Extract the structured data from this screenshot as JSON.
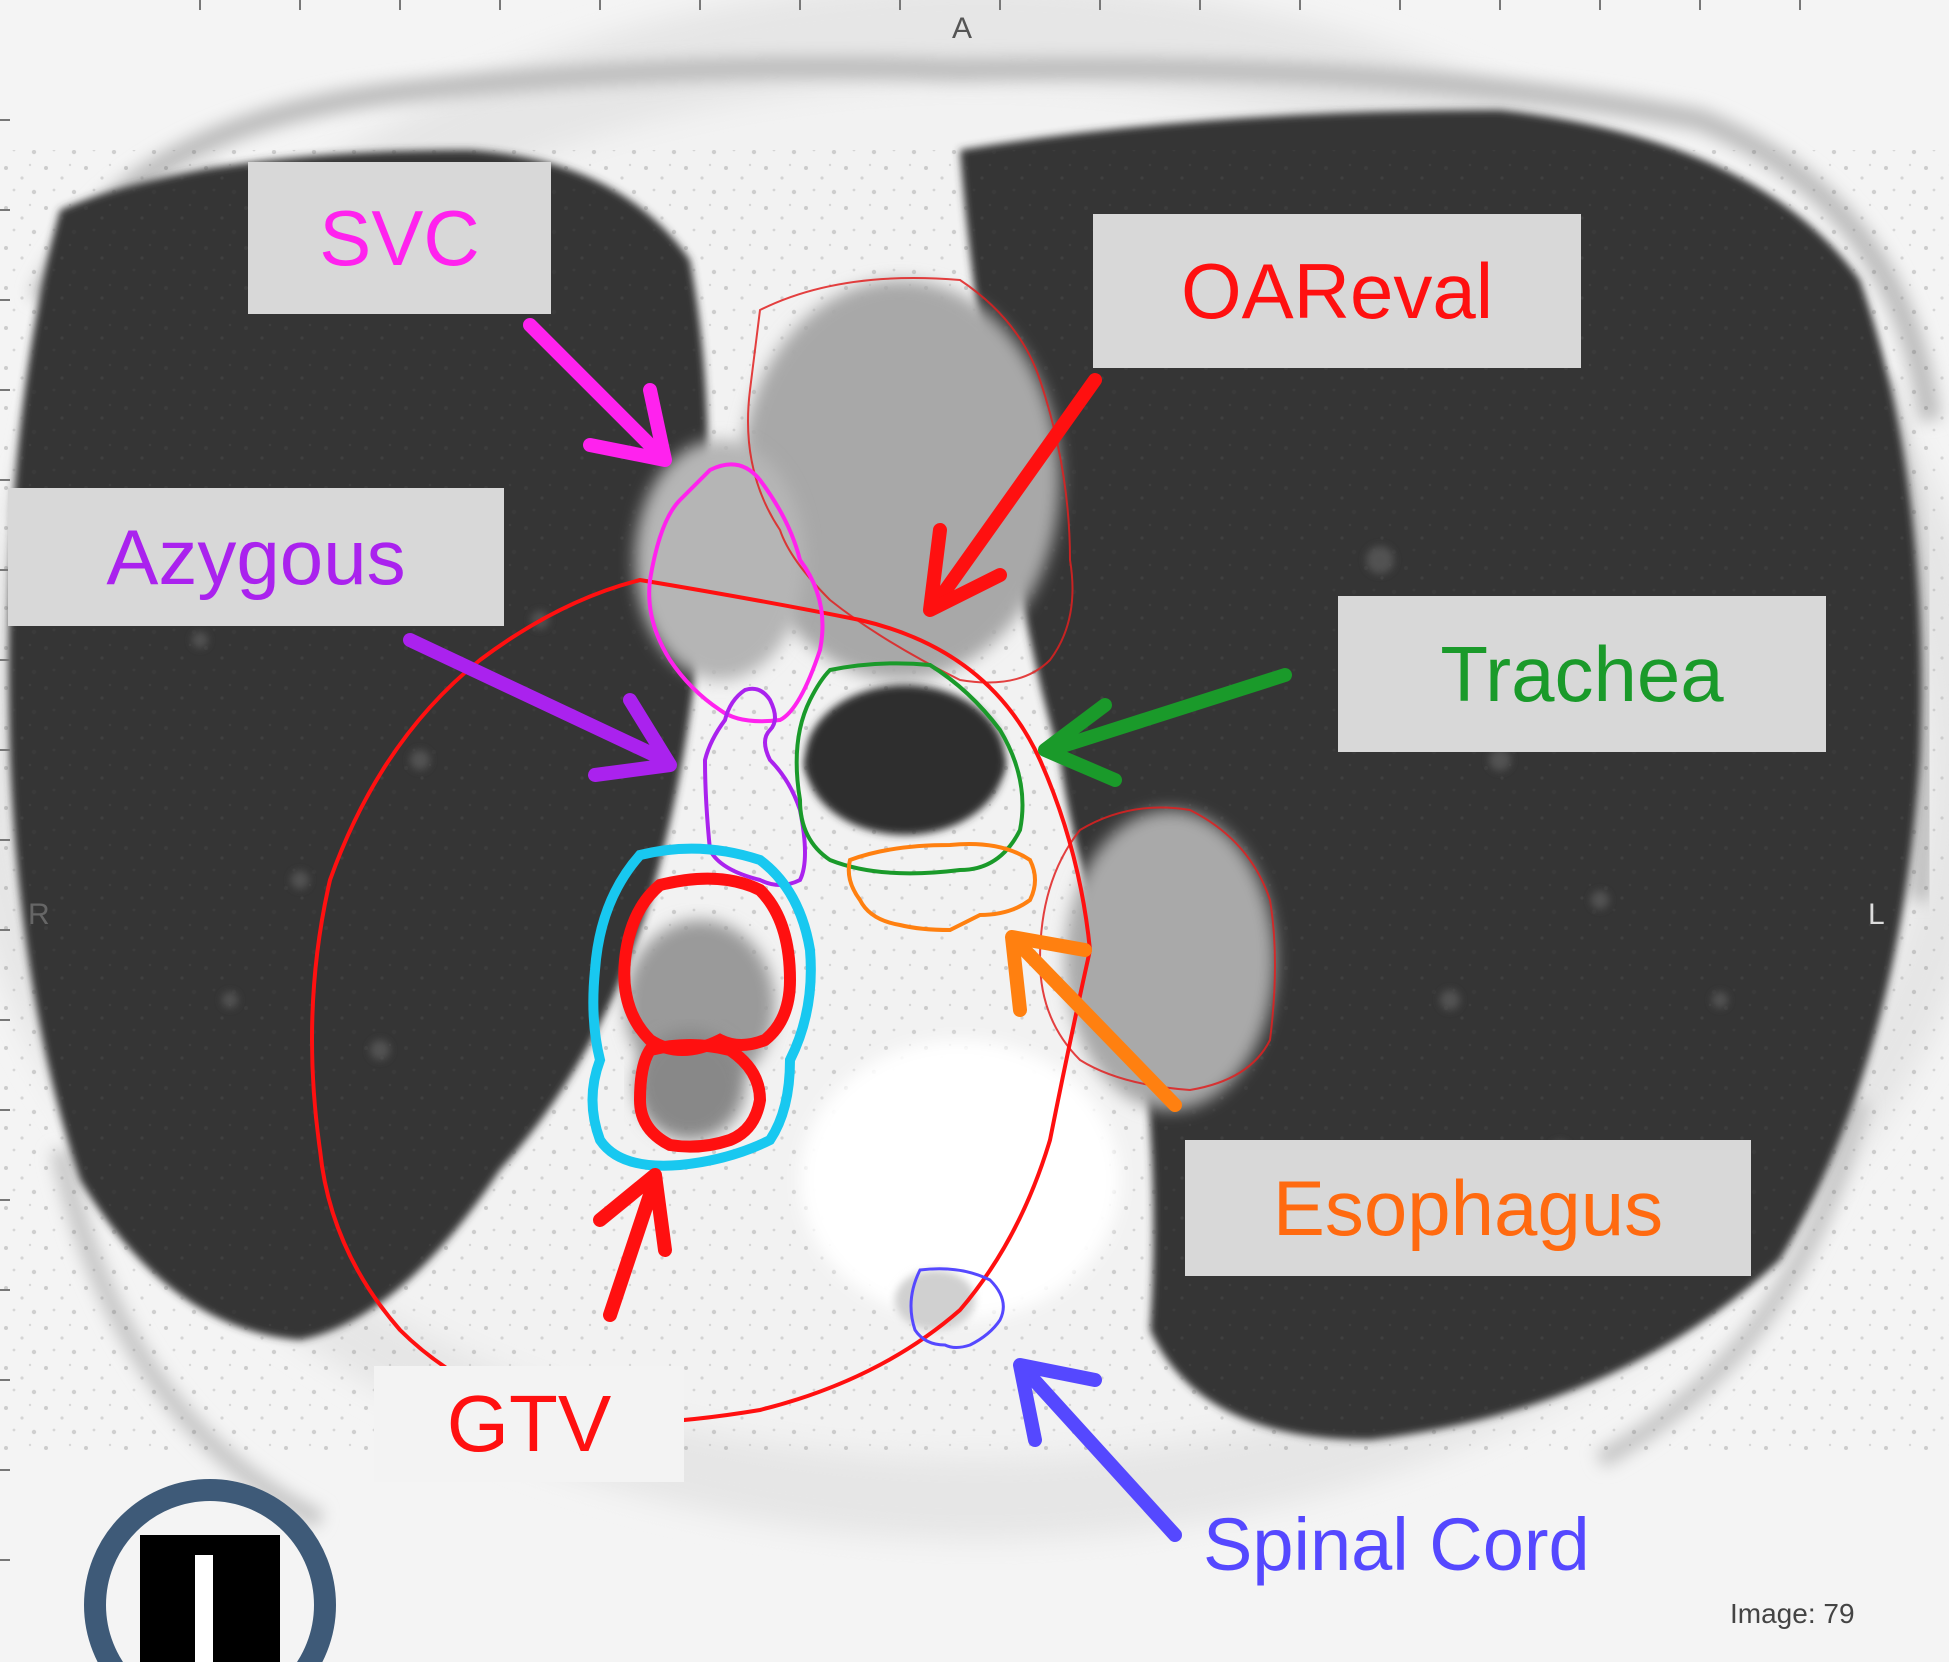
{
  "labels": {
    "svc": {
      "text": "SVC",
      "color": "#ff22ee"
    },
    "azygous": {
      "text": "Azygous",
      "color": "#aa22ee"
    },
    "oareval": {
      "text": "OAReval",
      "color": "#ff1010"
    },
    "trachea": {
      "text": "Trachea",
      "color": "#1a9a2a"
    },
    "esophagus": {
      "text": "Esophagus",
      "color": "#ff6a10"
    },
    "gtv": {
      "text": "GTV",
      "color": "#ff1010"
    },
    "spinal_cord": {
      "text": "Spinal Cord",
      "color": "#5548ff"
    }
  },
  "orientation": {
    "anterior": "A",
    "right": "R",
    "left": "L"
  },
  "image_info": "Image: 79",
  "colors": {
    "gtv_ptv": "#ff1010",
    "itv": "#18c8f0",
    "svc": "#ff22ee",
    "azygous": "#aa22ee",
    "trachea": "#1a9a2a",
    "esophagus": "#ff8010",
    "spinal_cord": "#5548ff",
    "oareval": "#e02020"
  }
}
